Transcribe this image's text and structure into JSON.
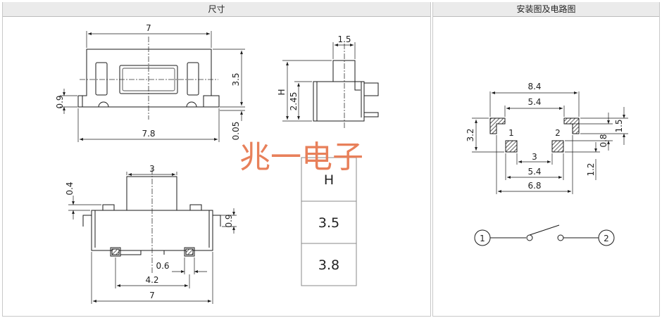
{
  "headers": {
    "left": "尺寸",
    "right": "安装图及电路图"
  },
  "watermark": "兆一电子",
  "top_view": {
    "width": "7",
    "body_height": "3.5",
    "foot_height": "0.9",
    "base_width": "7.8",
    "gap": "0.05"
  },
  "side_view": {
    "actuator_width": "1.5",
    "h_label": "H",
    "base_height": "2.45"
  },
  "front_view": {
    "actuator_width": "3",
    "actuator_height": "0.4",
    "leg_height": "0.9",
    "pad_width": "0.6",
    "pad_span": "4.2",
    "total_width": "7"
  },
  "height_table": {
    "header": "H",
    "rows": [
      "3.5",
      "3.8"
    ]
  },
  "pcb_layout": {
    "outer": "8.4",
    "inner_top": "5.4",
    "pad_gap": "3",
    "inner_bottom": "5.4",
    "span": "6.8",
    "left_height": "3.2",
    "right_pad": "1.5",
    "offset": "0.8",
    "lower": "1.2",
    "pin1": "1",
    "pin2": "2"
  },
  "circuit": {
    "terminal_1": "1",
    "terminal_2": "2"
  }
}
